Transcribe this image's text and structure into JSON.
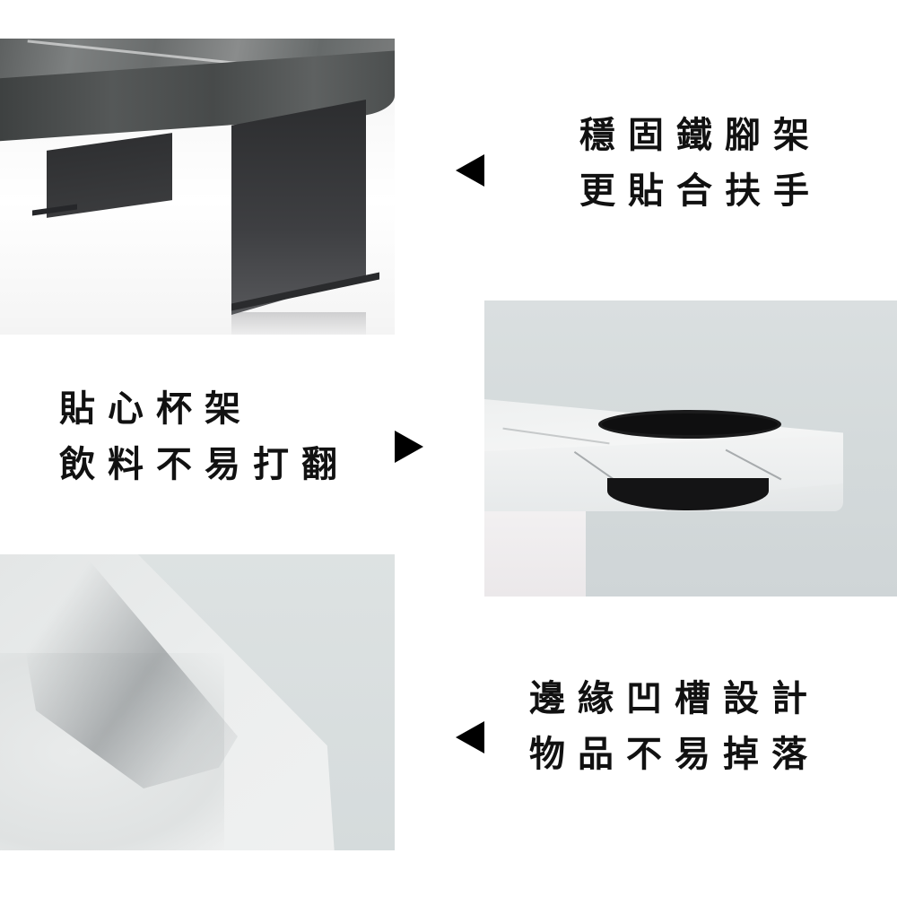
{
  "sections": [
    {
      "id": "legs",
      "photo": {
        "subject": "dark-marble-shelf-with-black-steel-legs",
        "colors": {
          "marble": "#5f6262",
          "steel": "#2f3032",
          "background": "#ffffff"
        }
      },
      "caption": {
        "line1": "穩固鐵腳架",
        "line2": "更貼合扶手"
      },
      "arrow": {
        "direction": "left",
        "icon": "left-triangle-icon"
      }
    },
    {
      "id": "cup-holder",
      "photo": {
        "subject": "white-marble-edge-with-black-cup-holder",
        "colors": {
          "marble": "#eef0f0",
          "cup": "#141415",
          "background": "#d6dcdd"
        }
      },
      "caption": {
        "line1": "貼心杯架",
        "line2": "飲料不易打翻"
      },
      "arrow": {
        "direction": "right",
        "icon": "right-triangle-icon"
      }
    },
    {
      "id": "groove",
      "photo": {
        "subject": "grooved-marble-edge-closeup",
        "colors": {
          "marble": "#e6e9e9",
          "background": "#d8dede"
        }
      },
      "caption": {
        "line1": "邊緣凹槽設計",
        "line2": "物品不易掉落"
      },
      "arrow": {
        "direction": "left",
        "icon": "left-triangle-icon"
      }
    }
  ]
}
